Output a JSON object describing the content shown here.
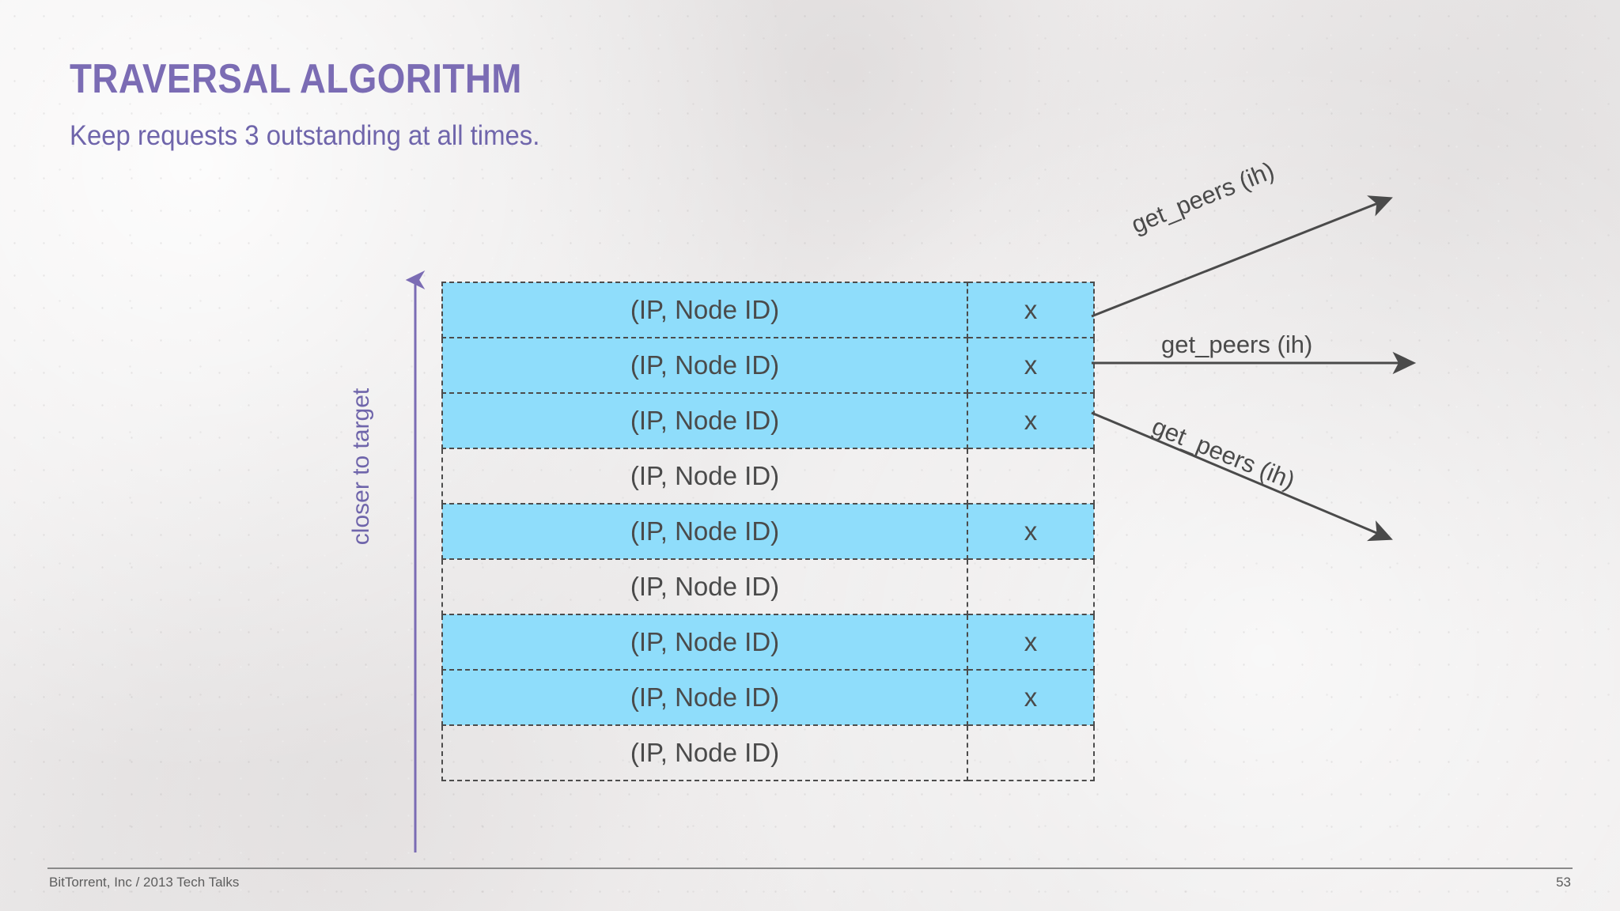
{
  "slide": {
    "title": "TRAVERSAL ALGORITHM",
    "subtitle": "Keep requests 3 outstanding at all times.",
    "accent_color": "#7b6cb4",
    "background_color": "#eceaea",
    "highlight_color": "#8fddfb",
    "text_color": "#4a4a4a"
  },
  "axis": {
    "label": "closer to target",
    "direction": "up",
    "color": "#7b6cb4"
  },
  "table": {
    "columns": [
      "node",
      "mark"
    ],
    "rows": [
      {
        "node": "(IP, Node ID)",
        "mark": "x",
        "active": true
      },
      {
        "node": "(IP, Node ID)",
        "mark": "x",
        "active": true
      },
      {
        "node": "(IP, Node ID)",
        "mark": "x",
        "active": true
      },
      {
        "node": "(IP, Node ID)",
        "mark": "",
        "active": false
      },
      {
        "node": "(IP, Node ID)",
        "mark": "x",
        "active": true
      },
      {
        "node": "(IP, Node ID)",
        "mark": "",
        "active": false
      },
      {
        "node": "(IP, Node ID)",
        "mark": "x",
        "active": true
      },
      {
        "node": "(IP, Node ID)",
        "mark": "x",
        "active": true
      },
      {
        "node": "(IP, Node ID)",
        "mark": "",
        "active": false
      }
    ]
  },
  "arrows": [
    {
      "label": "get_peers (ih)",
      "from_row": 1,
      "direction": "up-right"
    },
    {
      "label": "get_peers (ih)",
      "from_row": 2,
      "direction": "right"
    },
    {
      "label": "get_peers (ih)",
      "from_row": 3,
      "direction": "down-right"
    }
  ],
  "footer": {
    "credit": "BitTorrent, Inc / 2013 Tech Talks",
    "page": "53"
  }
}
